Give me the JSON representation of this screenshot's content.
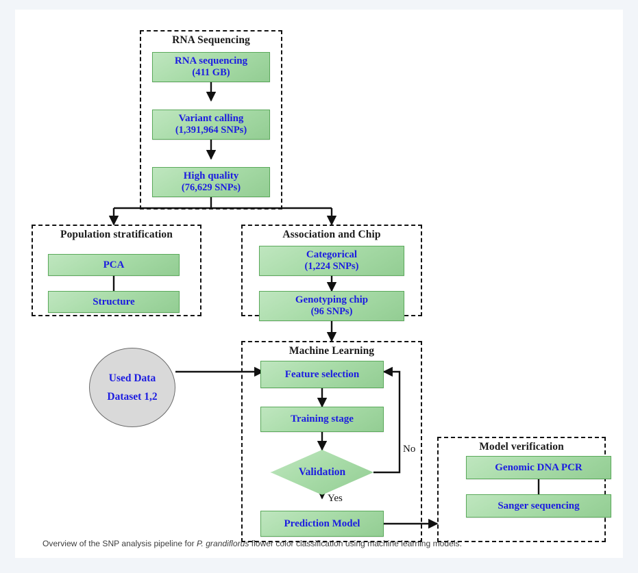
{
  "caption": {
    "before": "Overview of the SNP analysis pipeline for ",
    "species": "P. grandiflorus",
    "after": " flower color classification using machine learning models."
  },
  "colors": {
    "node_fill": "#a9dca9",
    "node_border": "#5aa95a",
    "node_text": "#1c1ce0",
    "group_border": "#111111",
    "group_label": "#1a1a1a",
    "circle_fill": "#d9d9d9",
    "circle_border": "#6b6b6b",
    "connector": "#111111",
    "page_bg": "#f2f5f9",
    "card_bg": "#ffffff"
  },
  "groups": {
    "rna_sequencing": {
      "label": "RNA Sequencing"
    },
    "population_stratification": {
      "label": "Population stratification"
    },
    "association_and_chip": {
      "label": "Association and Chip"
    },
    "machine_learning": {
      "label": "Machine Learning"
    },
    "model_verification": {
      "label": "Model verification"
    }
  },
  "nodes": {
    "rna_sequencing": {
      "line1": "RNA sequencing",
      "line2": "(411 GB)"
    },
    "variant_calling": {
      "line1": "Variant calling",
      "line2": "(1,391,964 SNPs)"
    },
    "high_quality": {
      "line1": "High quality",
      "line2": "(76,629 SNPs)"
    },
    "pca": {
      "line1": "PCA"
    },
    "structure": {
      "line1": "Structure"
    },
    "categorical": {
      "line1": "Categorical",
      "line2": "(1,224 SNPs)"
    },
    "genotyping_chip": {
      "line1": "Genotyping chip",
      "line2": "(96 SNPs)"
    },
    "used_data": {
      "line1": "Used Data",
      "line2": "Dataset 1,2"
    },
    "feature_selection": {
      "line1": "Feature selection"
    },
    "training_stage": {
      "line1": "Training stage"
    },
    "validation": {
      "line1": "Validation"
    },
    "prediction_model": {
      "line1": "Prediction Model"
    },
    "genomic_dna_pcr": {
      "line1": "Genomic DNA PCR"
    },
    "sanger_sequencing": {
      "line1": "Sanger sequencing"
    }
  },
  "edge_labels": {
    "validation_no": "No",
    "validation_yes": "Yes"
  }
}
